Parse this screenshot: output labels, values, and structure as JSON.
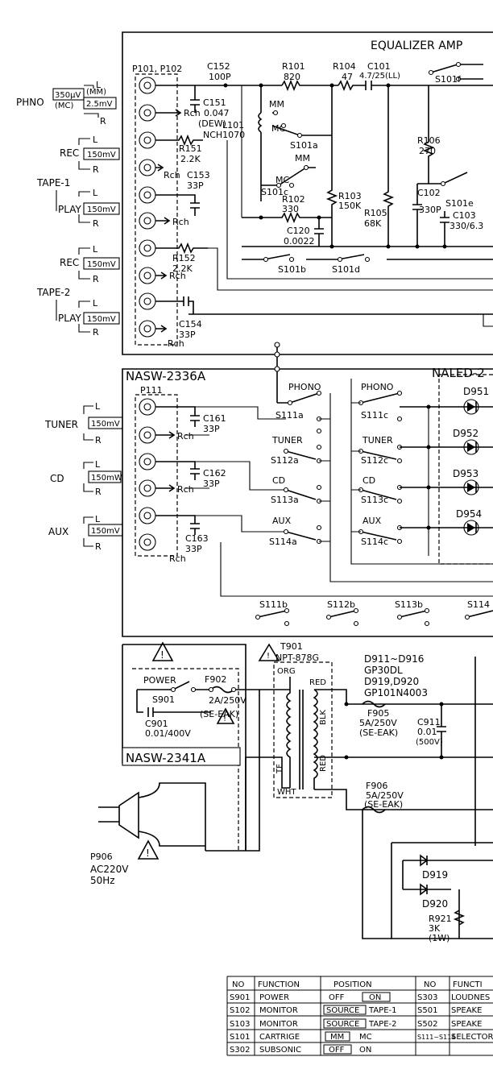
{
  "equalizer": {
    "title": "EQUALIZER AMP",
    "connector": "P101, P102",
    "c152": "C152",
    "c152v": "100P",
    "r101": "R101",
    "r101v": "820",
    "r104": "R104",
    "r104v": "47",
    "c101": "C101",
    "c101v": "4.7/25(LL)",
    "s101f": "S101f",
    "c151": "C151",
    "c151v": "0.047",
    "c151n": "(DEW)",
    "l101": "L101",
    "l101v": "NCH1070",
    "mm1": "MM",
    "mc1": "MC",
    "s101a": "S101a",
    "r106": "R106",
    "r106v": "270",
    "r151": "R151",
    "r151v": "2.2K",
    "c153": "C153",
    "c153v": "33P",
    "mm2": "MM",
    "mc2": "MC",
    "s101c": "S101c",
    "r103": "R103",
    "r103v": "150K",
    "c102": "C102",
    "c102v": "330P",
    "s101e": "S101e",
    "c103": "C103",
    "c103v": "330/6.3",
    "r102": "R102",
    "r102v": "330",
    "r105": "R105",
    "r105v": "68K",
    "c120": "C120",
    "c120v": "0.0022",
    "s101b": "S101b",
    "s101d": "S101d",
    "r152": "R152",
    "r152v": "2.2K",
    "c154": "C154",
    "c154v": "33P",
    "rch1": "Rch",
    "rch2": "Rch",
    "rch3": "Rch",
    "rch4": "Rch",
    "rch5": "Rch",
    "rch6": "Rch"
  },
  "inputs": {
    "phono_label": "PHNO",
    "phono_mm_level": "350μV",
    "phono_mm": "(MM)",
    "phono_mc_level": "2.5mV",
    "phono_mc": "(MC)",
    "l": "L",
    "r": "R",
    "rec": "REC",
    "play": "PLAY",
    "tape1": "TAPE-1",
    "tape2": "TAPE-2",
    "level150": "150mV",
    "level150w": "150mW",
    "tuner": "TUNER",
    "cd": "CD",
    "aux": "AUX"
  },
  "selector": {
    "board": "NASW-2336A",
    "connector": "P111",
    "c161": "C161",
    "c161v": "33P",
    "c162": "C162",
    "c162v": "33P",
    "c163": "C163",
    "c163v": "33P",
    "rch": "Rch",
    "phono": "PHONO",
    "tuner": "TUNER",
    "cd": "CD",
    "aux": "AUX",
    "s111a": "S111a",
    "s112a": "S112a",
    "s113a": "S113a",
    "s114a": "S114a",
    "s111c": "S111c",
    "s112c": "S112c",
    "s113c": "S113c",
    "s114c": "S114c",
    "s111b": "S111b",
    "s112b": "S112b",
    "s113b": "S113b",
    "s114": "S114",
    "led_board": "NALED-2",
    "d951": "D951",
    "d952": "D952",
    "d953": "D953",
    "d954": "D954"
  },
  "power": {
    "power_label": "POWER",
    "s901": "S901",
    "f902": "F902",
    "f902v": "2A/250V",
    "f902n": "(SE-EAK)",
    "c901": "C901",
    "c901v": "0.01/400V",
    "board": "NASW-2341A",
    "plug": "P906",
    "ac": "AC220V",
    "hz": "50Hz",
    "t901": "T901",
    "t901v": "NPT-878G",
    "org": "ORG",
    "red1": "RED",
    "blk": "BLK",
    "red2": "RED",
    "tf": "TF",
    "wht": "WHT",
    "diodes1": "D911~D916",
    "diodes1v": "GP30DL",
    "diodes2": "D919,D920",
    "diodes2v": "GP101N4003",
    "f905": "F905",
    "f905v": "5A/250V",
    "f905n": "(SE-EAK)",
    "c911": "C911",
    "c911v": "0.01",
    "c911n": "(500V)",
    "f906": "F906",
    "f906v": "5A/250V",
    "f906n": "(SE-EAK)",
    "d919": "D919",
    "d920": "D920",
    "r921": "R921",
    "r921v": "3K",
    "r921n": "(1W)",
    "warn": "!"
  },
  "table": {
    "headers": [
      "NO",
      "FUNCTION",
      "POSITION",
      "NO",
      "FUNCTI"
    ],
    "rows": [
      {
        "no": "S901",
        "func": "POWER",
        "p1": "OFF",
        "p2": "ON",
        "no2": "S303",
        "func2": "LOUDNES"
      },
      {
        "no": "S102",
        "func": "MONITOR",
        "p1": "SOURCE",
        "p2": "TAPE-1",
        "no2": "S501",
        "func2": "SPEAKE"
      },
      {
        "no": "S103",
        "func": "MONITOR",
        "p1": "SOURCE",
        "p2": "TAPE-2",
        "no2": "S502",
        "func2": "SPEAKE"
      },
      {
        "no": "S101",
        "func": "CARTRIGE",
        "p1": "MM",
        "p2": "MC",
        "no2": "S111~S114",
        "func2": "SELECTOR"
      },
      {
        "no": "S302",
        "func": "SUBSONIC",
        "p1": "OFF",
        "p2": "ON",
        "no2": "",
        "func2": ""
      }
    ]
  }
}
